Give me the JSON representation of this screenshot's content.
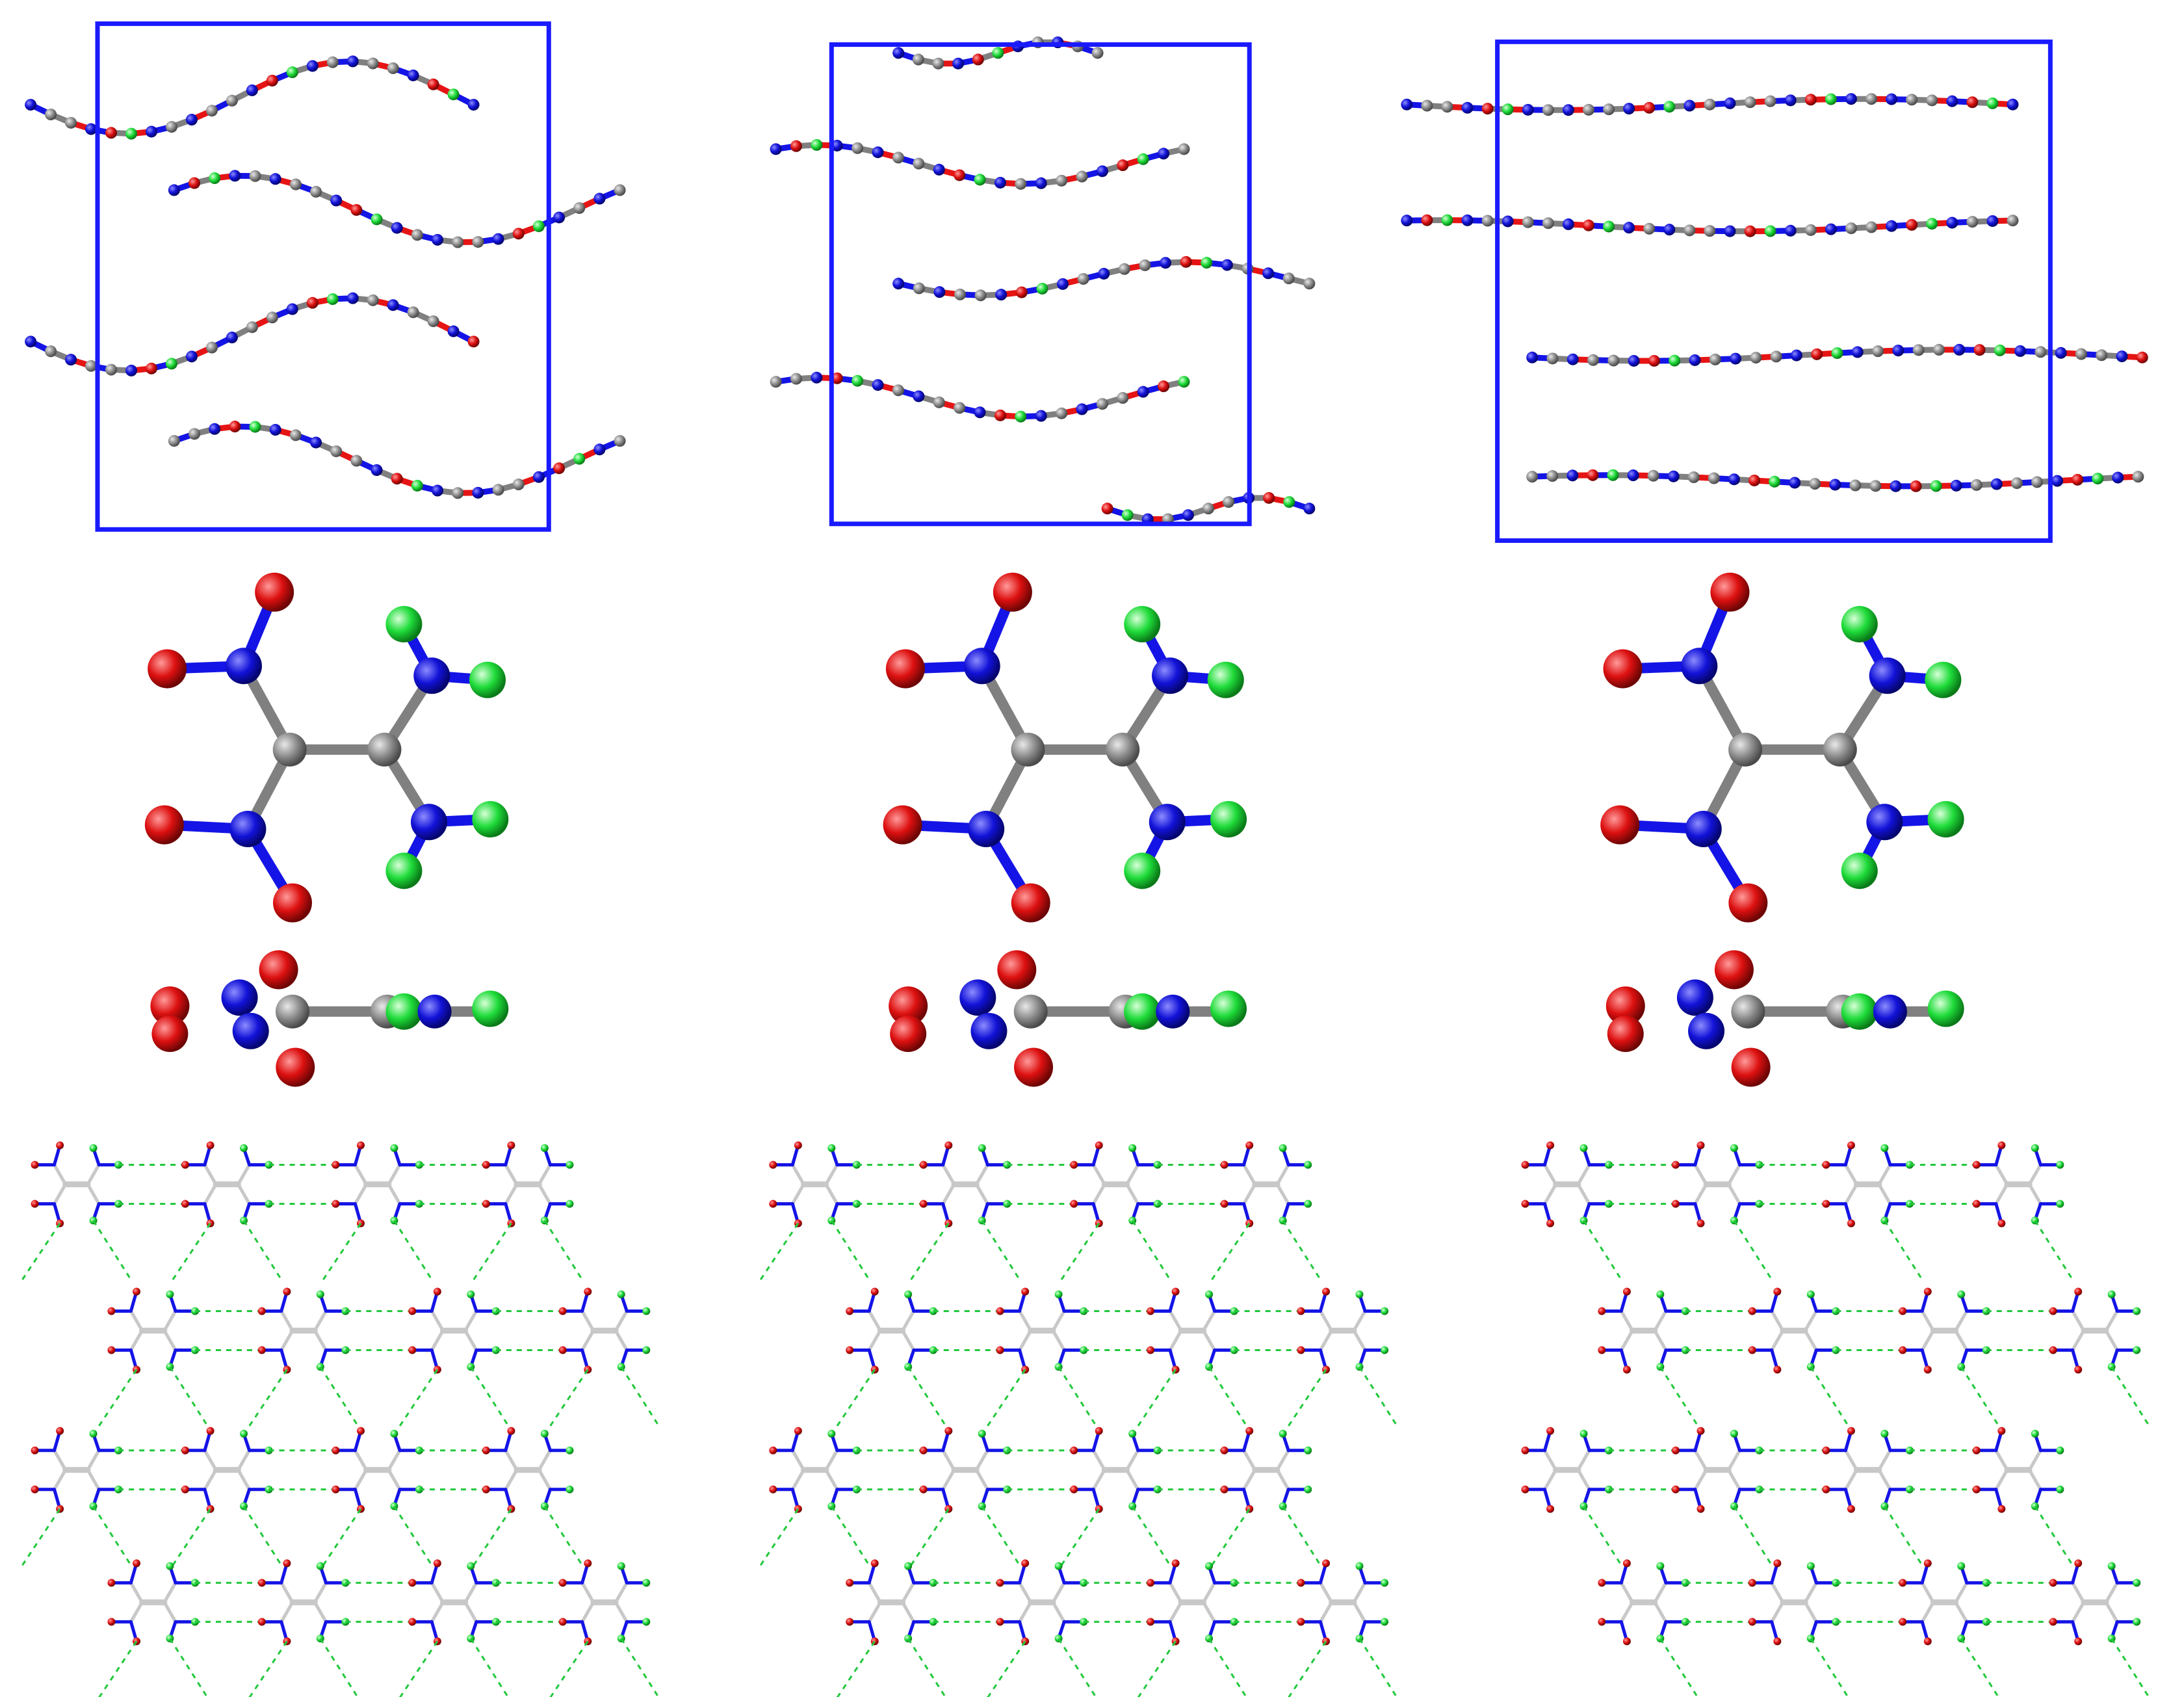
{
  "figure": {
    "columns": 3,
    "rows": [
      "unit-cell-packing",
      "molecule-top-view",
      "molecule-side-view",
      "hydrogen-bond-layer"
    ],
    "atom_colors": {
      "carbon": "#808080",
      "carbon_light": "#c8c8c8",
      "nitrogen": "#1414e6",
      "oxygen": "#e61414",
      "hydrogen": "#22e03c"
    },
    "cell_color": "#1a1aff",
    "hbond_color": "#22c83c"
  }
}
